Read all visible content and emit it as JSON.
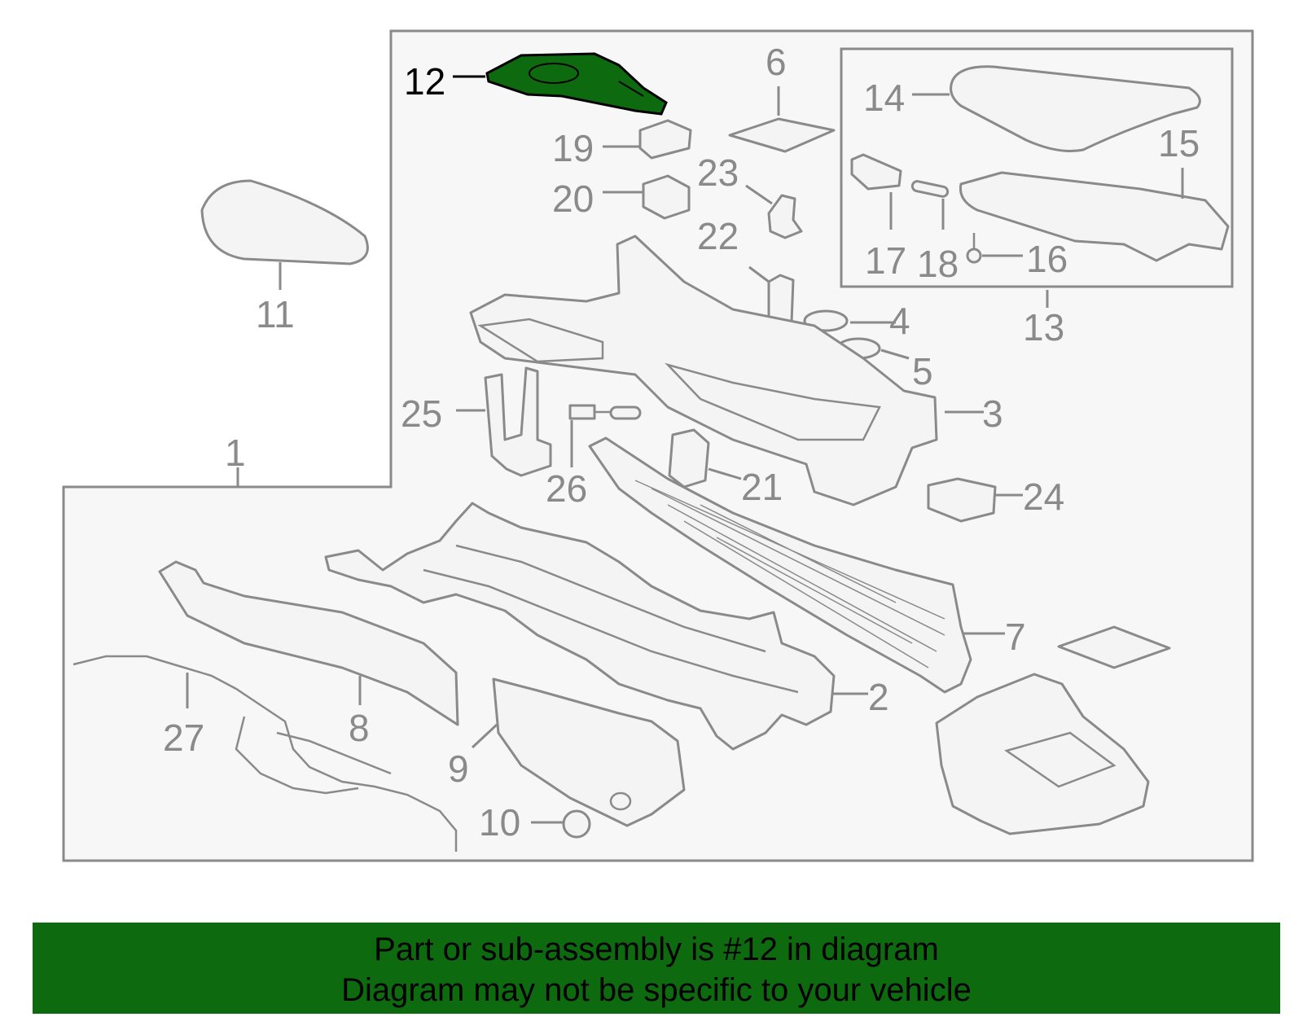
{
  "diagram": {
    "highlighted_part": "12",
    "highlight_color": "#0e6a0e",
    "callouts": [
      "1",
      "2",
      "3",
      "4",
      "5",
      "6",
      "7",
      "8",
      "9",
      "10",
      "11",
      "12",
      "13",
      "14",
      "15",
      "16",
      "17",
      "18",
      "19",
      "20",
      "21",
      "22",
      "23",
      "24",
      "25",
      "26",
      "27"
    ]
  },
  "banner": {
    "line1": "Part or sub-assembly is #12 in diagram",
    "line2": "Diagram may not be specific to your vehicle",
    "background": "#0e6a0e"
  }
}
